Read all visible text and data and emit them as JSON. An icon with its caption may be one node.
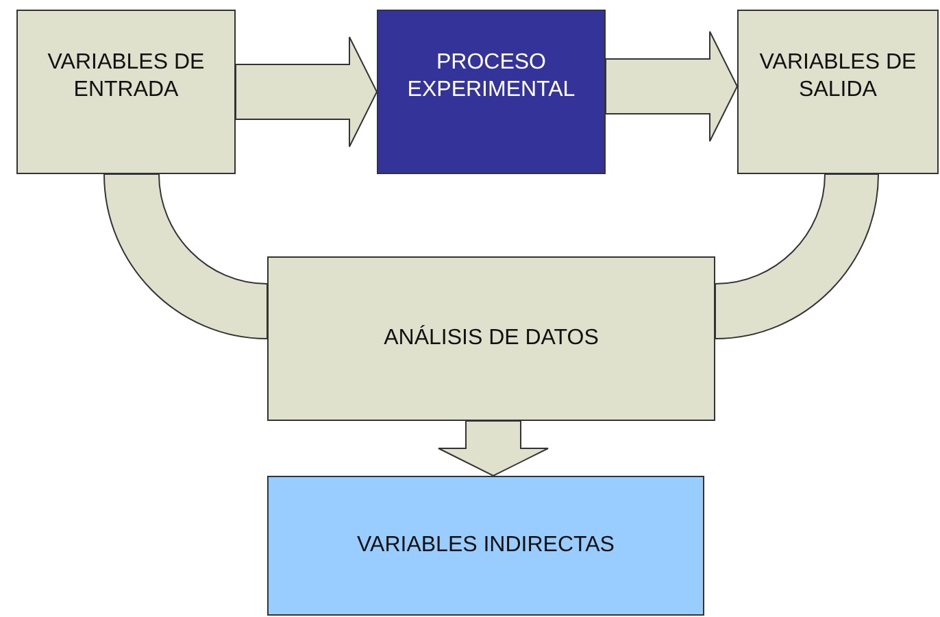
{
  "diagram": {
    "nodes": [
      {
        "text": [
          "VARIABLES DE ENTRADA"
        ]
      },
      {
        "text": [
          "PROCESO EXPERIMENTAL"
        ]
      },
      {
        "text": [
          "VARIABLES DE SALIDA"
        ]
      },
      {
        "text": [
          "ANÁLISIS DE DATOS"
        ]
      },
      {
        "text": [
          "VARIABLES INDIRECTAS"
        ]
      }
    ],
    "edges": [
      {
        "from": 0,
        "to": 1,
        "arrow": "to"
      },
      {
        "from": 1,
        "to": 2,
        "arrow": "to"
      },
      {
        "from": 0,
        "to": 3,
        "arrow": "none"
      },
      {
        "from": 2,
        "to": 3,
        "arrow": "none"
      },
      {
        "from": 3,
        "to": 4,
        "arrow": "to"
      }
    ]
  }
}
